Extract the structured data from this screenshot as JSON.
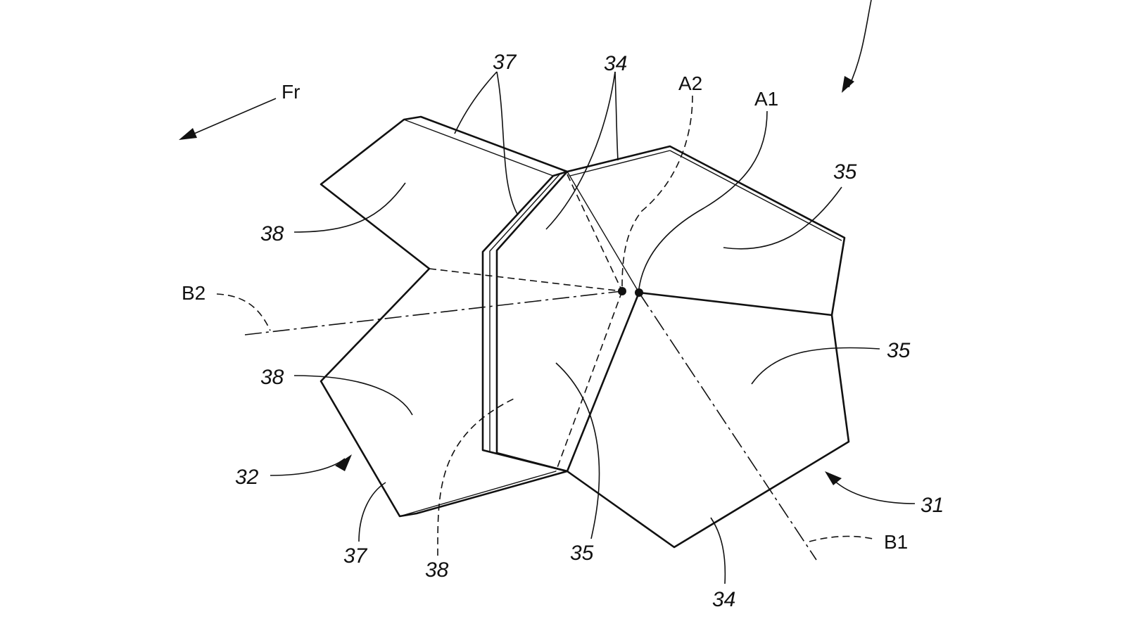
{
  "labels": {
    "direction": "Fr",
    "panel_outer_top": "37",
    "panel_inner_top": "34",
    "axis_a2": "A2",
    "axis_a1": "A1",
    "right_upper": "35",
    "left_upper": "38",
    "line_b2": "B2",
    "right_middle": "35",
    "left_middle": "38",
    "unit_left": "32",
    "unit_right": "31",
    "panel_outer_bottom": "37",
    "left_bottom": "38",
    "center_bottom": "35",
    "line_b1": "B1",
    "panel_inner_bottom": "34"
  },
  "colors": {
    "ink": "#111111",
    "paper": "#ffffff"
  }
}
